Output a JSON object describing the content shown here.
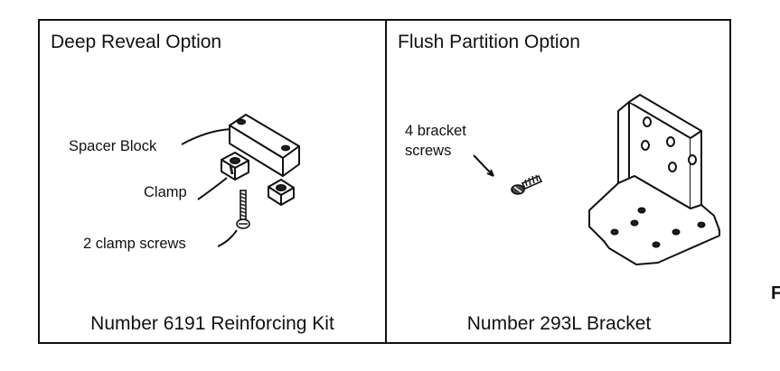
{
  "left_panel": {
    "title": "Deep Reveal Option",
    "caption": "Number 6191 Reinforcing Kit",
    "callouts": {
      "spacer_block": "Spacer Block",
      "clamp": "Clamp",
      "clamp_screws": "2 clamp screws"
    }
  },
  "right_panel": {
    "title": "Flush Partition Option",
    "caption": "Number 293L Bracket",
    "callouts": {
      "bracket_screws_line1": "4 bracket",
      "bracket_screws_line2": "screws"
    }
  },
  "edge_glyph": "F"
}
